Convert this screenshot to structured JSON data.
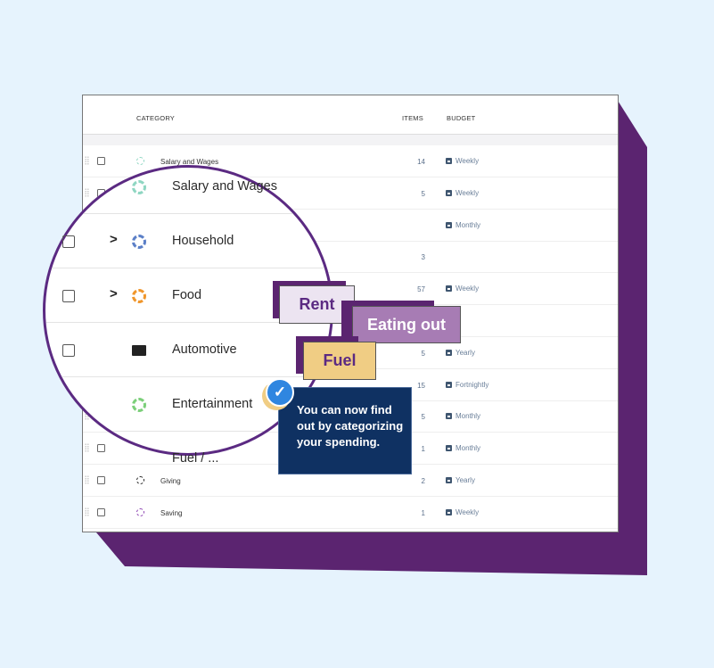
{
  "colors": {
    "background": "#e6f3fd",
    "accent_purple": "#5b2470",
    "tooltip_bg": "#0f3162",
    "check_blue": "#2f86e0"
  },
  "table": {
    "headers": {
      "category": "CATEGORY",
      "items": "ITEMS",
      "budget": "BUDGET"
    },
    "rows": [
      {
        "name": "Salary and Wages",
        "items": "14",
        "budget": "Weekly",
        "ring": "#8fd6c2"
      },
      {
        "name": "",
        "items": "5",
        "budget": "Weekly",
        "ring": ""
      },
      {
        "name": "",
        "items": "",
        "budget": "Monthly",
        "ring": ""
      },
      {
        "name": "",
        "items": "3",
        "budget": "",
        "ring": ""
      },
      {
        "name": "",
        "items": "57",
        "budget": "Weekly",
        "ring": ""
      },
      {
        "name": "",
        "items": "",
        "budget": "",
        "ring": ""
      },
      {
        "name": "",
        "items": "5",
        "budget": "Yearly",
        "ring": ""
      },
      {
        "name": "",
        "items": "15",
        "budget": "Fortnightly",
        "ring": ""
      },
      {
        "name": "",
        "items": "5",
        "budget": "Monthly",
        "ring": ""
      },
      {
        "name": "",
        "items": "1",
        "budget": "Monthly",
        "ring": ""
      },
      {
        "name": "Giving",
        "items": "2",
        "budget": "Yearly",
        "ring": "#222222"
      },
      {
        "name": "Saving",
        "items": "1",
        "budget": "Weekly",
        "ring": "#8a3fb0"
      }
    ]
  },
  "magnifier": {
    "rows": [
      {
        "name": "Salary and Wages",
        "icon": "ring",
        "color": "#8fd6c2",
        "checkbox": false,
        "chevron": false
      },
      {
        "name": "Household",
        "icon": "ring",
        "color": "#5b7fc7",
        "checkbox": true,
        "chevron": true
      },
      {
        "name": "Food",
        "icon": "ring",
        "color": "#f0962b",
        "checkbox": true,
        "chevron": true
      },
      {
        "name": "Automotive",
        "icon": "folder",
        "color": "#222222",
        "checkbox": true,
        "chevron": false
      },
      {
        "name": "Entertainment",
        "icon": "ring",
        "color": "#7ccf7a",
        "checkbox": false,
        "chevron": false
      },
      {
        "name": "Fuel / ...",
        "icon": "",
        "color": "",
        "checkbox": false,
        "chevron": false
      }
    ]
  },
  "tags": {
    "rent": "Rent",
    "eating_out": "Eating out",
    "fuel": "Fuel"
  },
  "tooltip": {
    "text": "You can now find out by categorizing your spending.",
    "icon": "check-circle-icon"
  }
}
